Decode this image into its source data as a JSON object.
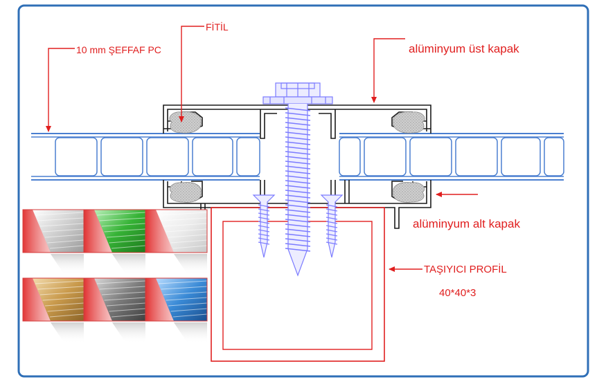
{
  "labels": {
    "fitil": "FİTİL",
    "pc_sheet": "10 mm ŞEFFAF PC",
    "top_cap": "alüminyum üst kapak",
    "bottom_cap": "alüminyum alt kapak",
    "carrier_profile": "TAŞIYICI PROFİL",
    "carrier_size": "40*40*3"
  },
  "colors": {
    "frame_border": "#2f6fb7",
    "annotation": "#e01e1e",
    "profile_line": "#1a1a1a",
    "pc_line": "#4a7fd0",
    "screw": "#7b7bff",
    "gasket": "#c8c8c8"
  },
  "swatches": [
    {
      "name": "clear",
      "color": "#d4d4d4"
    },
    {
      "name": "green",
      "color": "#36b336"
    },
    {
      "name": "opal",
      "color": "#e6e6e6"
    },
    {
      "name": "bronze",
      "color": "#c99a4c"
    },
    {
      "name": "smoke",
      "color": "#7c7c7c"
    },
    {
      "name": "blue",
      "color": "#3a8ad6"
    }
  ]
}
